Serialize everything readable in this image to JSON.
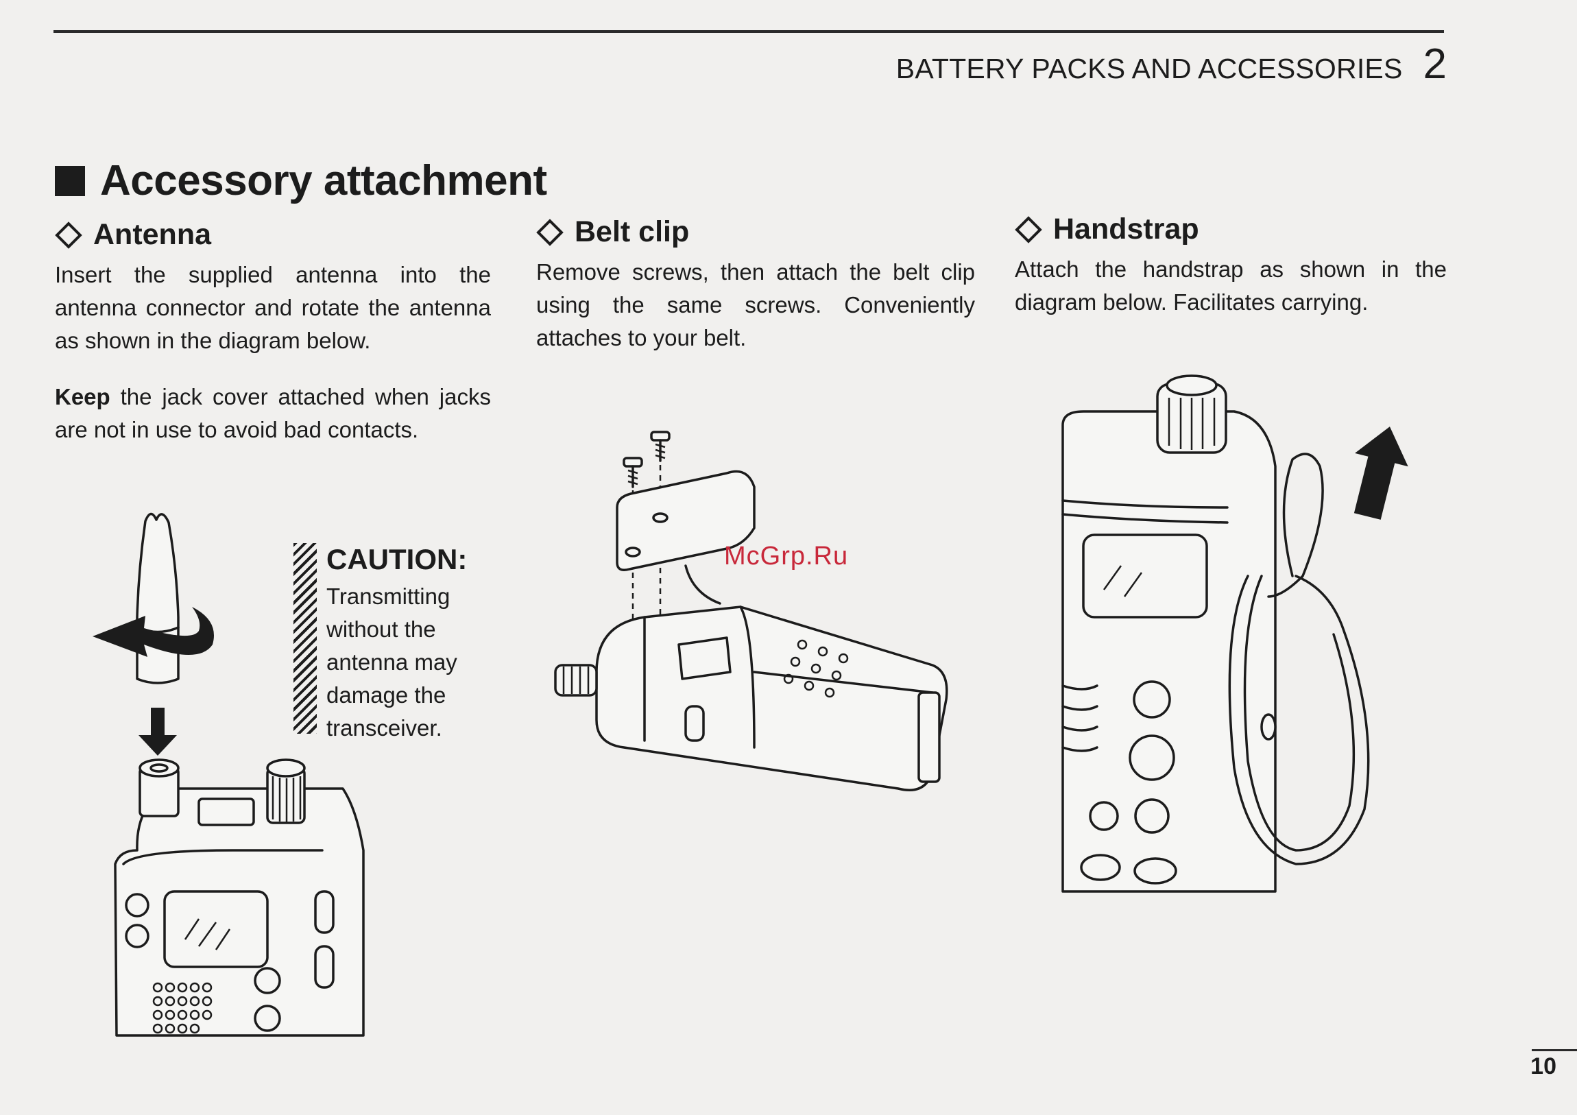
{
  "header": {
    "title": "BATTERY PACKS AND ACCESSORIES",
    "chapter": "2"
  },
  "section": {
    "title": "Accessory attachment"
  },
  "antenna": {
    "heading": "Antenna",
    "text": "Insert the supplied antenna into the antenna connector and rotate the antenna as shown in the diagram below.",
    "keep_bold": "Keep",
    "keep_text": " the jack cover attached when jacks are not in use to avoid bad contacts."
  },
  "belt_clip": {
    "heading": "Belt clip",
    "text": "Remove screws, then attach the belt clip using the same screws. Conveniently attaches to your belt."
  },
  "handstrap": {
    "heading": "Handstrap",
    "text": "Attach the handstrap as shown in the diagram below. Facilitates carrying."
  },
  "caution": {
    "title": "CAUTION:",
    "text": "Transmitting without the antenna may damage the transceiver."
  },
  "watermark": "McGrp.Ru",
  "page_number": "10"
}
